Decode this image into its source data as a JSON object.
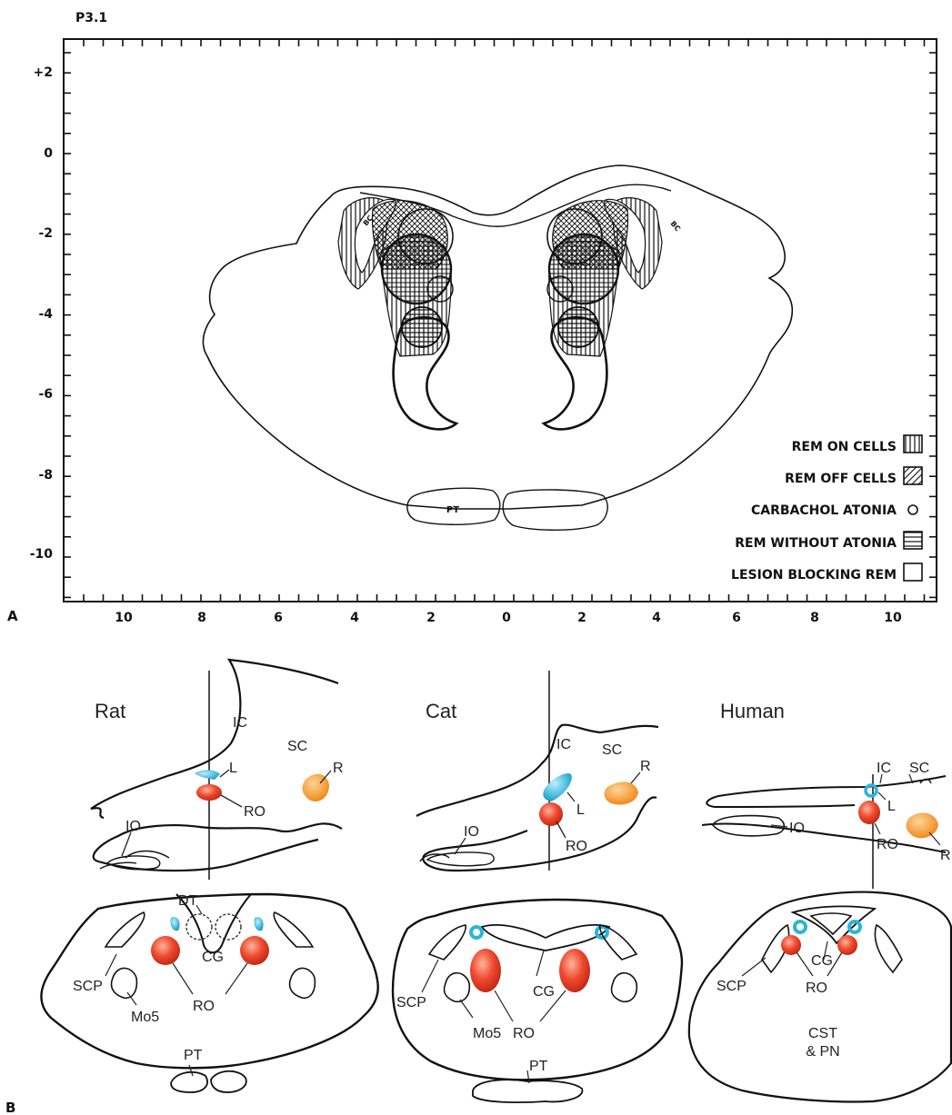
{
  "panel_a": {
    "plate_label": "P3.1",
    "panel_letter": "A",
    "y_ticks": [
      "+2",
      "0",
      "-2",
      "-4",
      "-6",
      "-8",
      "-10"
    ],
    "x_ticks": [
      "10",
      "8",
      "6",
      "4",
      "2",
      "0",
      "2",
      "4",
      "6",
      "8",
      "10"
    ],
    "structure_pt": "PT",
    "structure_bc": "BC",
    "legend": [
      {
        "label": "REM ON CELLS",
        "symbol": "vertical-hatch"
      },
      {
        "label": "REM OFF CELLS",
        "symbol": "diagonal-hatch"
      },
      {
        "label": "CARBACHOL ATONIA",
        "symbol": "circle"
      },
      {
        "label": "REM WITHOUT ATONIA",
        "symbol": "horizontal-hatch"
      },
      {
        "label": "LESION BLOCKING REM",
        "symbol": "empty-box"
      }
    ]
  },
  "panel_b": {
    "panel_letter": "B",
    "colors": {
      "L": "#2bb5d8",
      "RO": "#e8412c",
      "R": "#f39a2e"
    },
    "species": [
      {
        "name": "Rat",
        "labels": {
          "ic": "IC",
          "sc": "SC",
          "l": "L",
          "r": "R",
          "ro": "RO",
          "io": "IO",
          "dt": "DT",
          "cg": "CG",
          "scp": "SCP",
          "mo5": "Mo5",
          "ro2": "RO",
          "pt": "PT"
        }
      },
      {
        "name": "Cat",
        "labels": {
          "ic": "IC",
          "sc": "SC",
          "l": "L",
          "r": "R",
          "ro": "RO",
          "io": "IO",
          "cg": "CG",
          "scp": "SCP",
          "mo5": "Mo5",
          "ro2": "RO",
          "pt": "PT"
        }
      },
      {
        "name": "Human",
        "labels": {
          "ic": "IC",
          "sc": "SC",
          "l": "L",
          "r": "R",
          "ro": "RO",
          "io": "IO",
          "cg": "CG",
          "scp": "SCP",
          "ro2": "RO",
          "cst1": "CST",
          "cst2": "& PN"
        }
      }
    ]
  }
}
